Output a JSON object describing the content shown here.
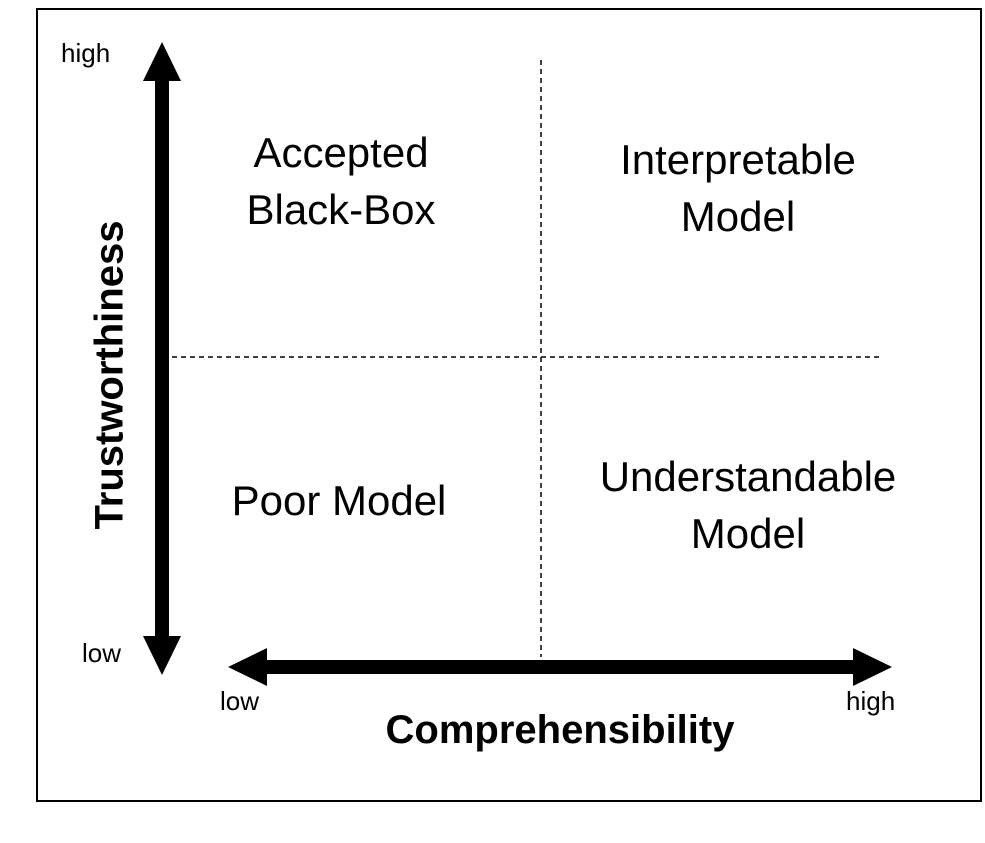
{
  "diagram": {
    "quadrants": {
      "top_left": [
        "Accepted",
        "Black-Box"
      ],
      "top_right": [
        "Interpretable",
        "Model"
      ],
      "bottom_left": [
        "Poor Model"
      ],
      "bottom_right": [
        "Understandable",
        "Model"
      ]
    },
    "y_axis": {
      "title": "Trustworthiness",
      "high_label": "high",
      "low_label": "low"
    },
    "x_axis": {
      "title": "Comprehensibility",
      "low_label": "low",
      "high_label": "high"
    }
  }
}
